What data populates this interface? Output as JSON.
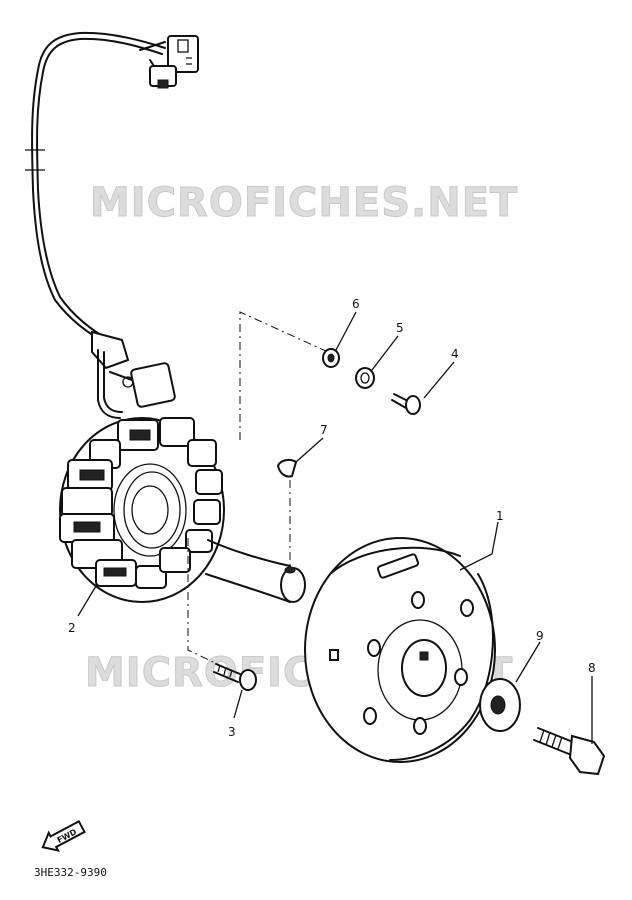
{
  "watermark": {
    "top": "MICROFICHES.NET",
    "bottom": "MICROFICHES.NET"
  },
  "callouts": {
    "p1": "1",
    "p2": "2",
    "p3": "3",
    "p4": "4",
    "p5": "5",
    "p6": "6",
    "p7": "7",
    "p8": "8",
    "p9": "9"
  },
  "fwd_label": "FWD",
  "diagram_code": "3HE332-9390",
  "colors": {
    "ink": "#111111",
    "watermark": "#dcdcdc",
    "background": "#ffffff"
  }
}
